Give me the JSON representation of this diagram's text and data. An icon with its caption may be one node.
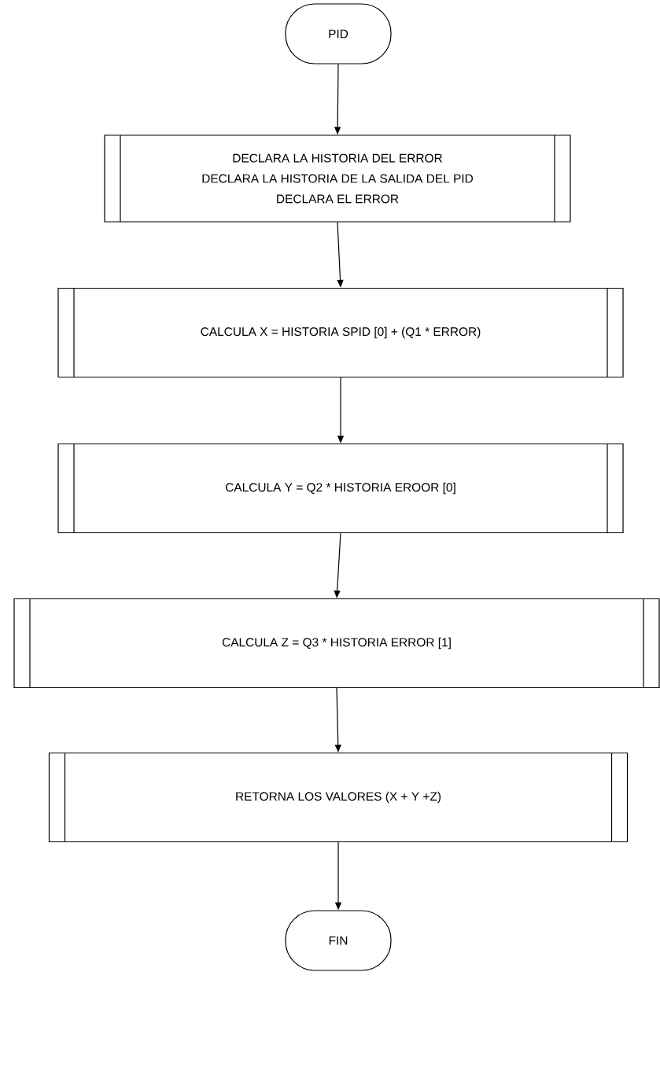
{
  "diagram": {
    "nodes": [
      {
        "text": [
          "PID"
        ]
      },
      {
        "text": [
          "DECLARA LA HISTORIA DEL ERROR",
          "DECLARA LA HISTORIA DE LA SALIDA DEL PID",
          "DECLARA EL ERROR"
        ]
      },
      {
        "text": [
          "CALCULA X = HISTORIA SPID [0] + (Q1 * ERROR)"
        ]
      },
      {
        "text": [
          "CALCULA Y = Q2 * HISTORIA EROOR [0]"
        ]
      },
      {
        "text": [
          "CALCULA Z = Q3 * HISTORIA ERROR [1]"
        ]
      },
      {
        "text": [
          "RETORNA LOS VALORES (X + Y +Z)"
        ]
      },
      {
        "text": [
          "FIN"
        ]
      }
    ],
    "edges": [
      {
        "from": 0,
        "to": 1,
        "arrow": "to"
      },
      {
        "from": 1,
        "to": 2,
        "arrow": "to"
      },
      {
        "from": 2,
        "to": 3,
        "arrow": "to"
      },
      {
        "from": 3,
        "to": 4,
        "arrow": "to"
      },
      {
        "from": 4,
        "to": 5,
        "arrow": "to"
      },
      {
        "from": 5,
        "to": 6,
        "arrow": "to"
      }
    ]
  }
}
